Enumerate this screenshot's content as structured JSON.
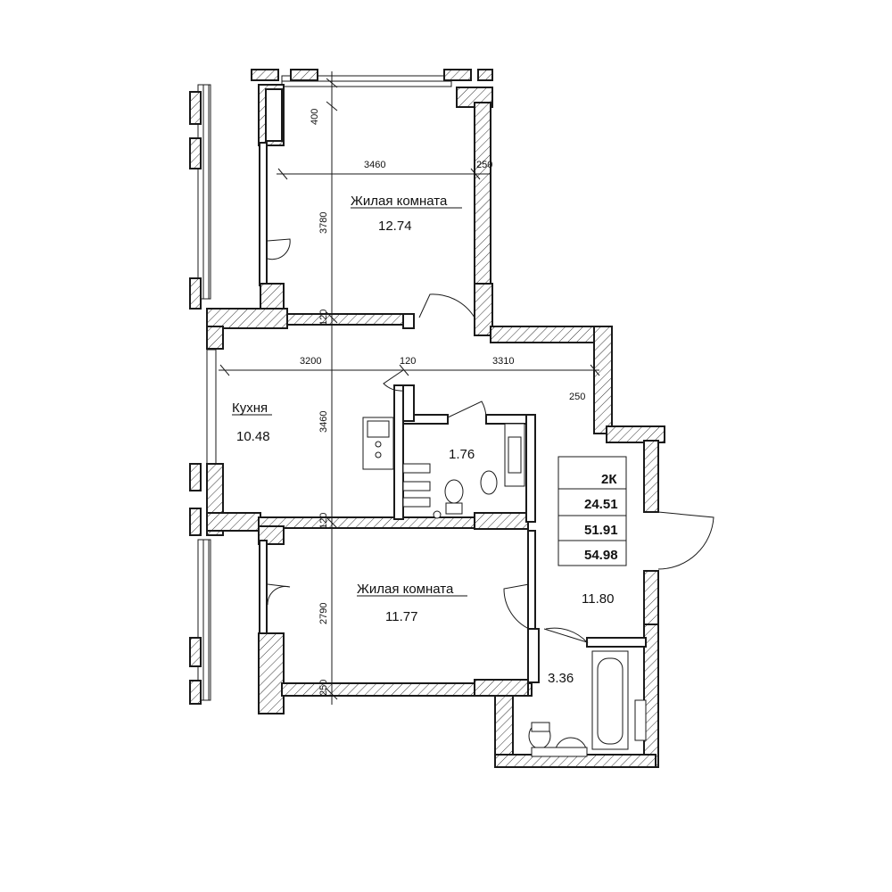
{
  "rooms": {
    "living1": {
      "name": "Жилая комната",
      "area": "12.74"
    },
    "kitchen": {
      "name": "Кухня",
      "area": "10.48"
    },
    "bath_small": {
      "area": "1.76"
    },
    "living2": {
      "name": "Жилая комната",
      "area": "11.77"
    },
    "hall": {
      "area": "11.80"
    },
    "bath": {
      "area": "3.36"
    }
  },
  "info_box": {
    "type": "2К",
    "living_area": "24.51",
    "total_area": "51.91",
    "area_with_balcony": "54.98"
  },
  "dimensions": {
    "d_400": "400",
    "d_3460_top": "3460",
    "d_250_top": "250",
    "d_3780": "3780",
    "d_120_a": "120",
    "d_3200": "3200",
    "d_120_b": "120",
    "d_3310": "3310",
    "d_250_right": "250",
    "d_3460_kitchen": "3460",
    "d_120_c": "120",
    "d_2790": "2790",
    "d_250_bottom": "250"
  }
}
